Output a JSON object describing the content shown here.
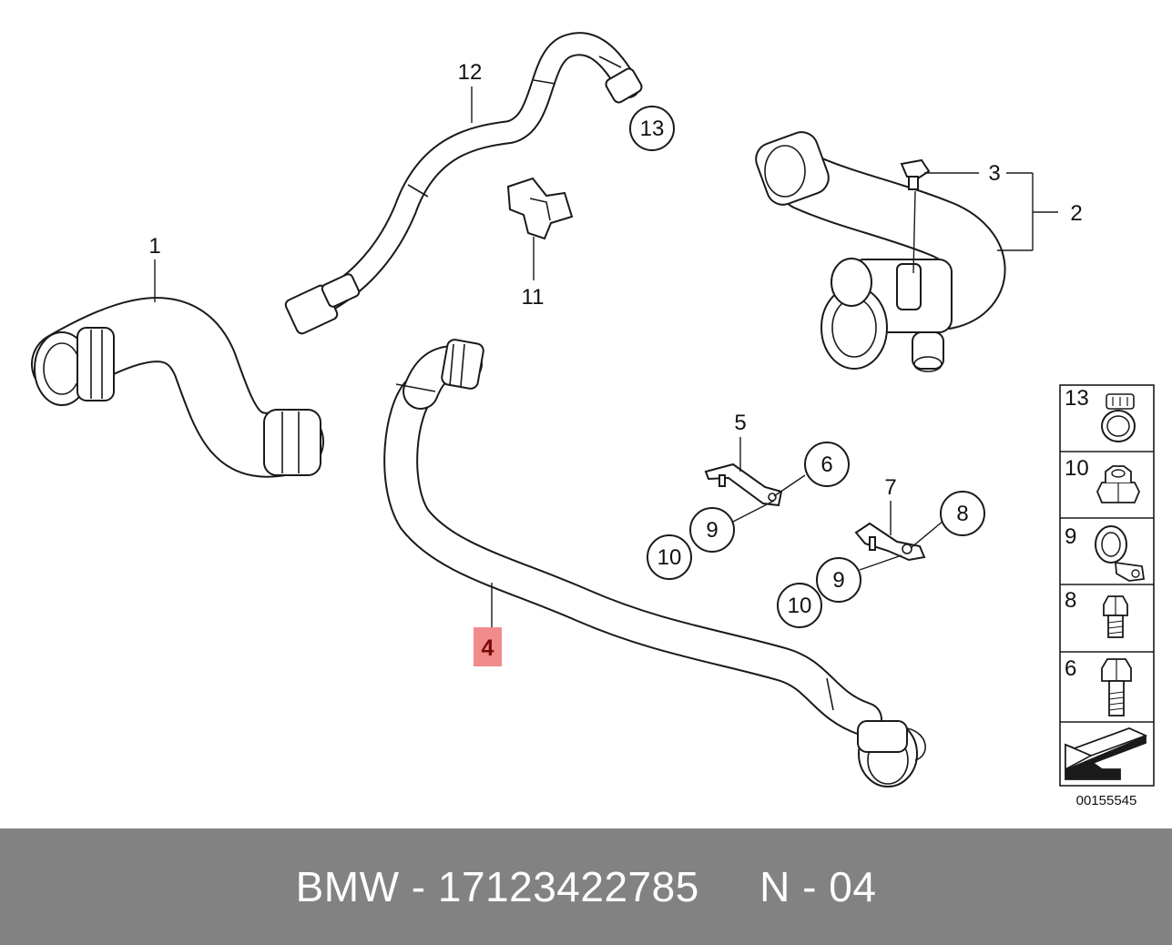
{
  "diagram": {
    "callouts": {
      "c1": "1",
      "c2": "2",
      "c3": "3",
      "c4": "4",
      "c5": "5",
      "c6": "6",
      "c7": "7",
      "c8": "8",
      "c9a": "9",
      "c9b": "9",
      "c10a": "10",
      "c10b": "10",
      "c11": "11",
      "c12": "12",
      "c13": "13"
    },
    "highlight_color": "#f28b8b",
    "legend": {
      "items": [
        {
          "num": "13",
          "icon": "hose-clamp-icon"
        },
        {
          "num": "10",
          "icon": "hex-nut-icon"
        },
        {
          "num": "9",
          "icon": "pipe-clip-icon"
        },
        {
          "num": "8",
          "icon": "short-bolt-icon"
        },
        {
          "num": "6",
          "icon": "hex-bolt-icon"
        }
      ]
    },
    "diagram_code": "00155545"
  },
  "footer": {
    "text": "BMW - 17123422785     N - 04",
    "background": "#828282"
  }
}
